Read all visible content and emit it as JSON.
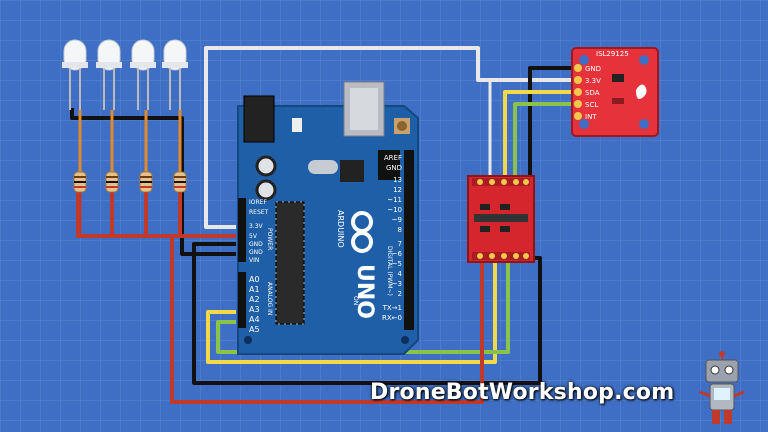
{
  "sensor": {
    "name": "ISL29125",
    "pins": [
      "GND",
      "3.3V",
      "SDA",
      "SCL",
      "INT"
    ]
  },
  "arduino": {
    "power_pins": [
      "IOREF",
      "RESET",
      "3.3V",
      "5V",
      "GND",
      "GND",
      "VIN"
    ],
    "power_header": "POWER",
    "analog_pins": [
      "A0",
      "A1",
      "A2",
      "A3",
      "A4",
      "A5"
    ],
    "analog_header": "ANALOG IN",
    "digital_pins": [
      "AREF",
      "GND",
      "13",
      "12",
      "~11",
      "~10",
      "~9",
      "8",
      "7",
      "~6",
      "~5",
      "4",
      "~3",
      "2",
      "TX→1",
      "RX←0"
    ],
    "digital_header": "DIGITAL (PWM~)",
    "logo_text": "UNO",
    "brand_text": "ARDUINO",
    "on_label": "ON"
  },
  "brand": {
    "text": "DroneBotWorkshop.com"
  },
  "colors": {
    "background": "#3e6fc4",
    "grid": "#5a87d4",
    "board": "#1f5fa8",
    "sensor_board": "#e5323b",
    "level_shifter": "#d5262e",
    "wire_black": "#111111",
    "wire_white": "#eeeeee",
    "wire_yellow": "#f3d94a",
    "wire_green": "#8bc34a",
    "wire_red": "#c0392b"
  }
}
